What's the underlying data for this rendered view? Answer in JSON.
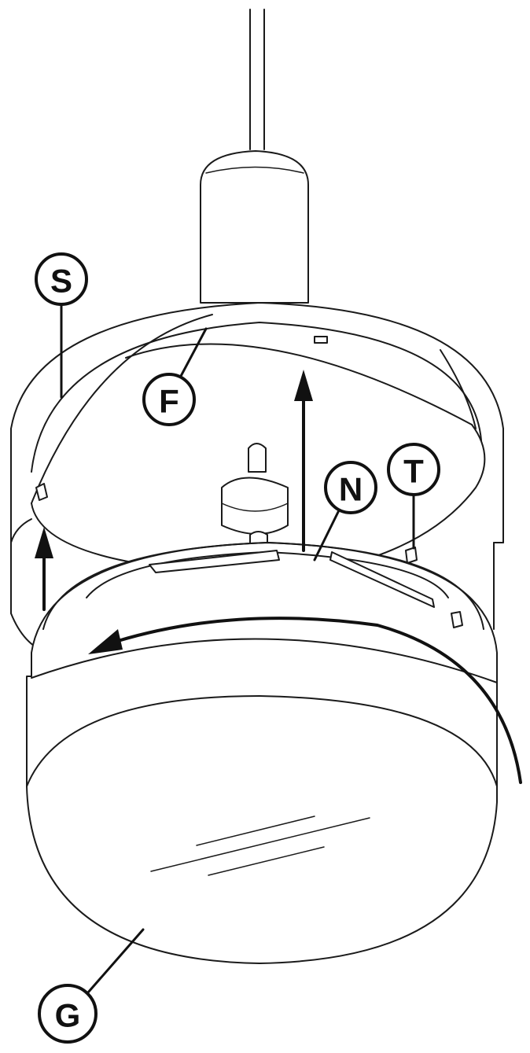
{
  "callouts": {
    "S": "S",
    "F": "F",
    "N": "N",
    "T": "T",
    "G": "G"
  },
  "colors": {
    "line": "#1a1a1a",
    "background": "#ffffff"
  }
}
